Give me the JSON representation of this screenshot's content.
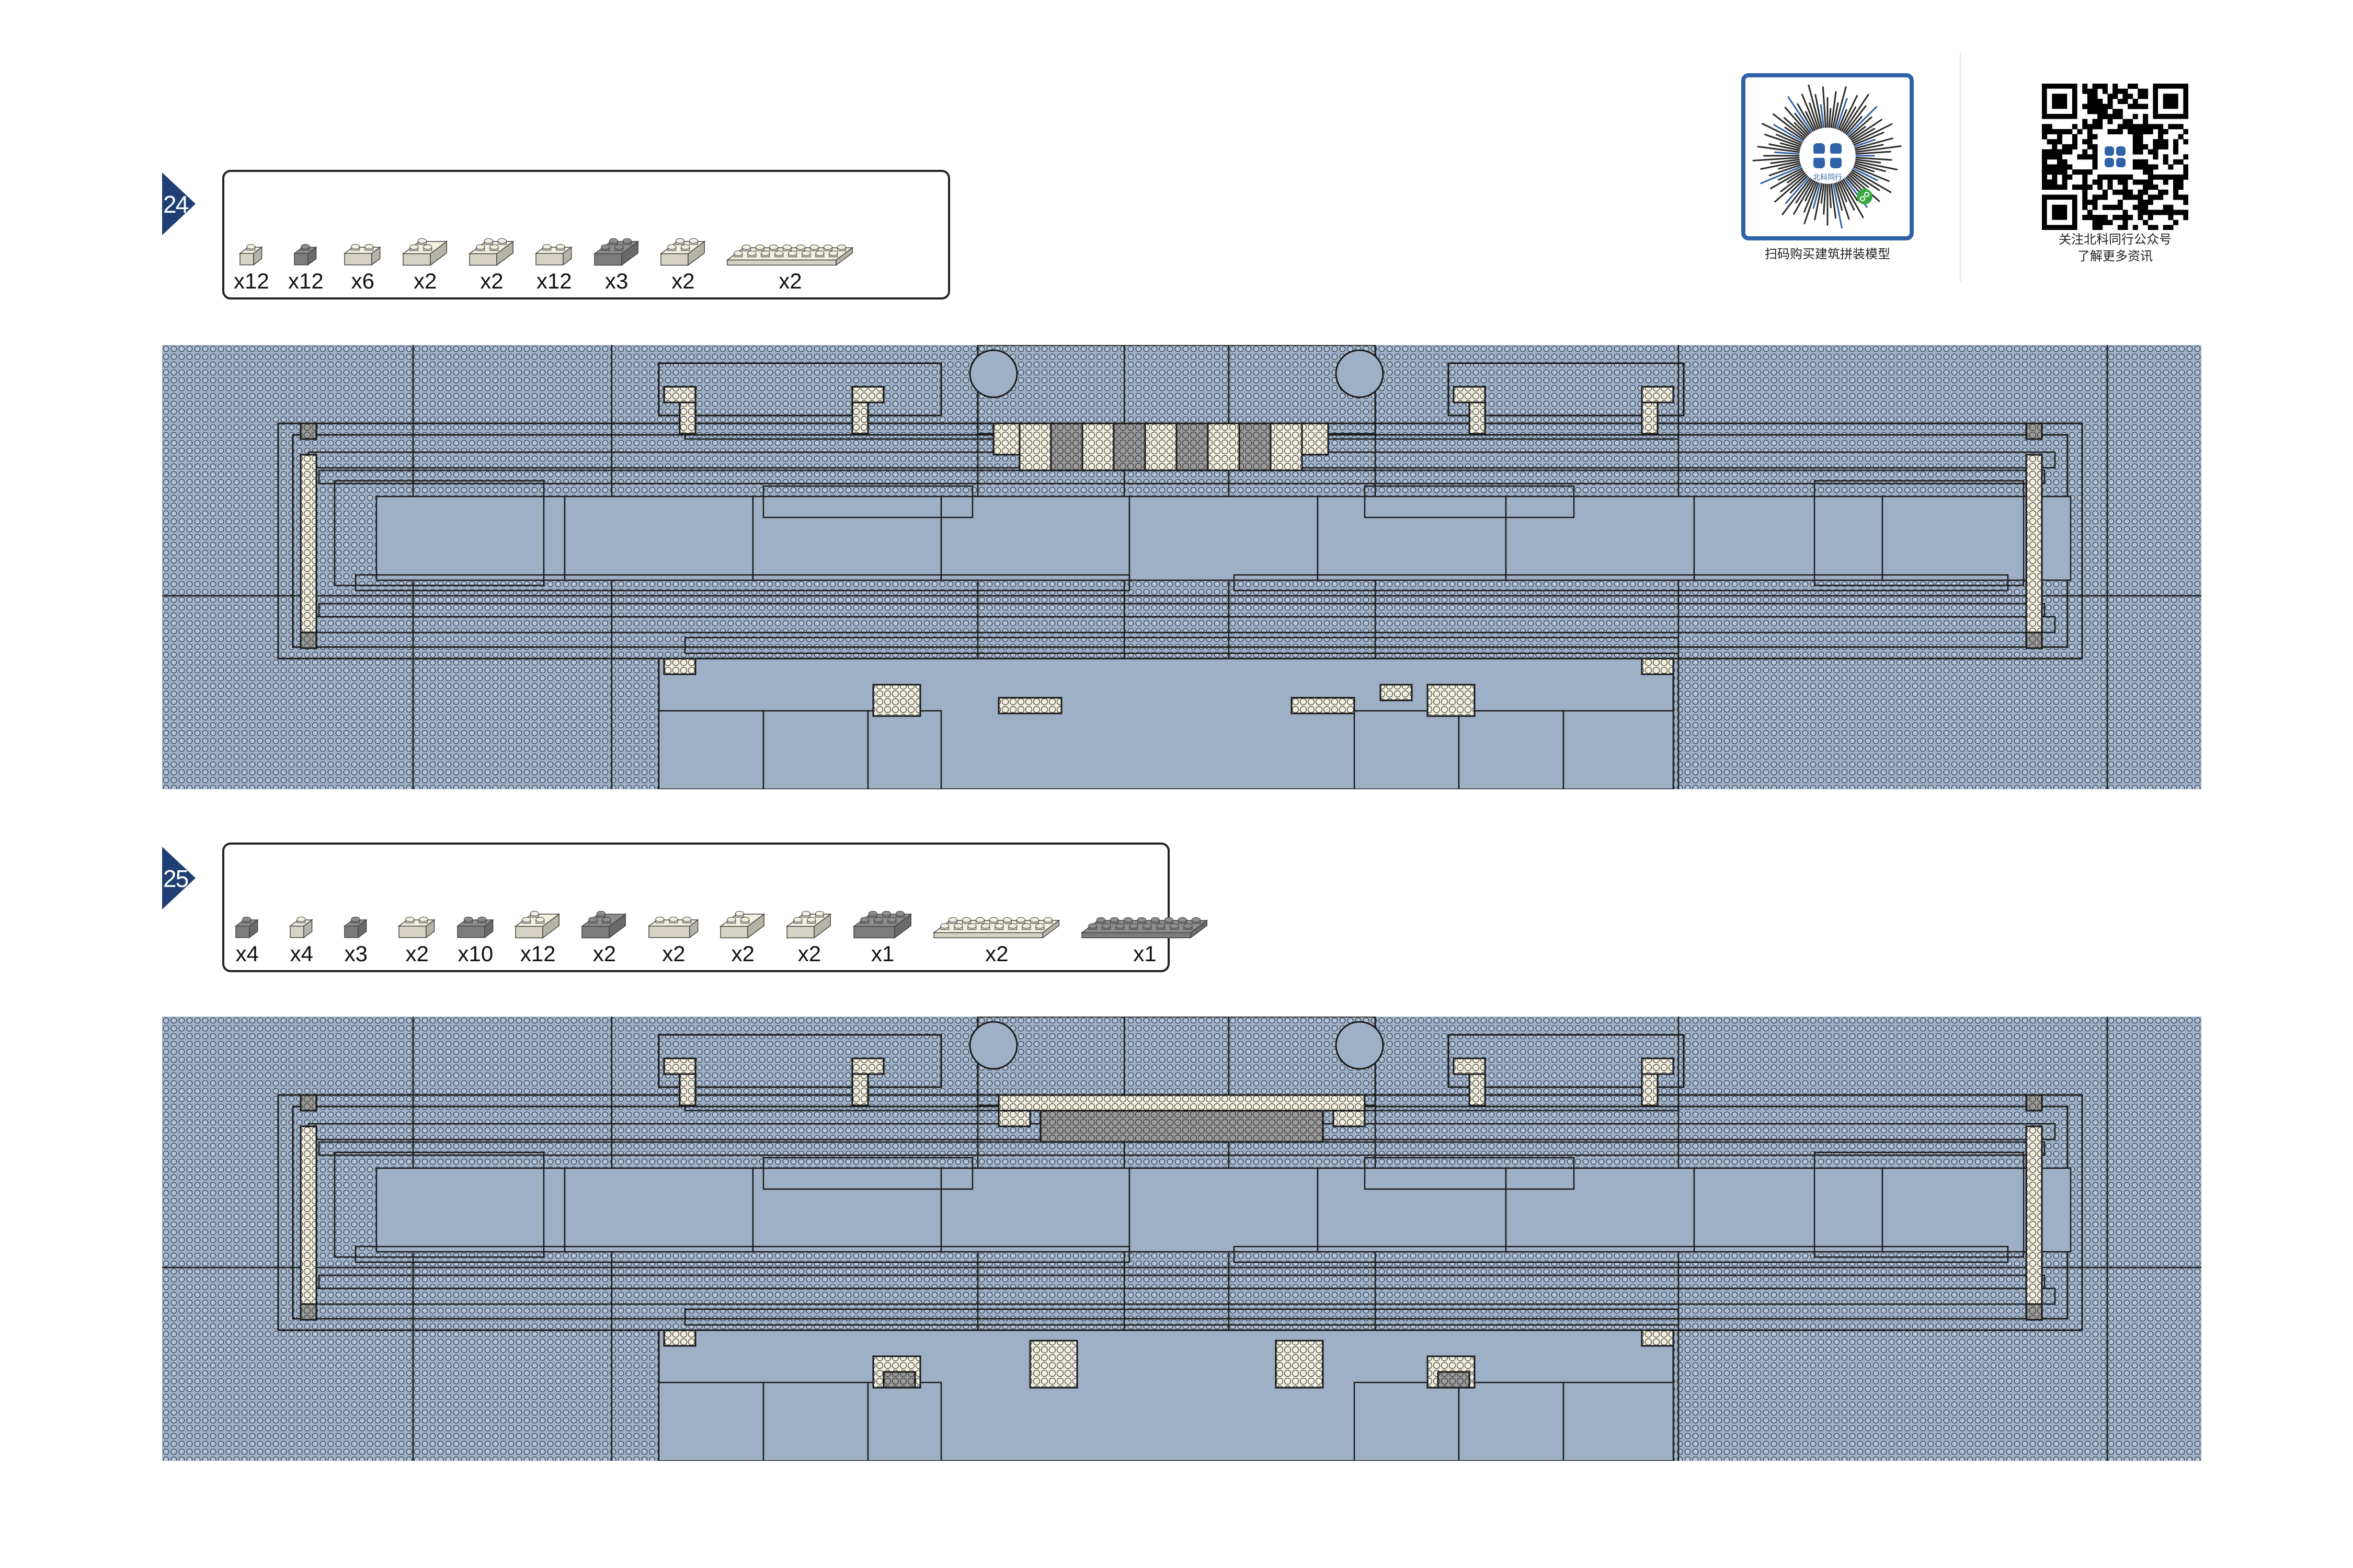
{
  "steps": [
    {
      "number": "24",
      "parts": [
        {
          "qty": "x12",
          "icon": "brick-1x1-white",
          "color": "#f3f0df"
        },
        {
          "qty": "x12",
          "icon": "brick-1x1-dark-gray",
          "color": "#8d8d8d"
        },
        {
          "qty": "x6",
          "icon": "brick-1x2-white",
          "color": "#f3f0df"
        },
        {
          "qty": "x2",
          "icon": "brick-corner-white",
          "color": "#f3f0df"
        },
        {
          "qty": "x2",
          "icon": "brick-2x2-white",
          "color": "#f3f0df"
        },
        {
          "qty": "x12",
          "icon": "brick-1x2-white",
          "color": "#f3f0df"
        },
        {
          "qty": "x3",
          "icon": "brick-2x2-dark-gray",
          "color": "#8d8d8d"
        },
        {
          "qty": "x2",
          "icon": "brick-2x2-white",
          "color": "#f3f0df"
        },
        {
          "qty": "x2",
          "icon": "plate-2x8-white",
          "color": "#f3f0df"
        }
      ]
    },
    {
      "number": "25",
      "parts": [
        {
          "qty": "x4",
          "icon": "brick-1x1-dark-gray",
          "color": "#8d8d8d"
        },
        {
          "qty": "x4",
          "icon": "brick-1x1-white",
          "color": "#f3f0df"
        },
        {
          "qty": "x3",
          "icon": "round-1x1-dark-gray",
          "color": "#8d8d8d"
        },
        {
          "qty": "x2",
          "icon": "brick-1x2-white",
          "color": "#f3f0df"
        },
        {
          "qty": "x10",
          "icon": "brick-1x2-dark-gray",
          "color": "#8d8d8d"
        },
        {
          "qty": "x12",
          "icon": "brick-corner-white",
          "color": "#f3f0df"
        },
        {
          "qty": "x2",
          "icon": "brick-corner-dark-gray",
          "color": "#8d8d8d"
        },
        {
          "qty": "x2",
          "icon": "brick-1x3-white",
          "color": "#f3f0df"
        },
        {
          "qty": "x2",
          "icon": "brick-corner-white",
          "color": "#f3f0df"
        },
        {
          "qty": "x2",
          "icon": "brick-2x2-white",
          "color": "#f3f0df"
        },
        {
          "qty": "x1",
          "icon": "brick-2x3-dark-gray",
          "color": "#8d8d8d"
        },
        {
          "qty": "x2",
          "icon": "plate-2x8-white",
          "color": "#f3f0df"
        },
        {
          "qty": "x1",
          "icon": "plate-2x8-dark-gray",
          "color": "#8d8d8d"
        }
      ]
    }
  ],
  "qr": {
    "shop_caption": "扫码购买建筑拼装模型",
    "follow_caption_line1": "关注北科同行公众号",
    "follow_caption_line2": "了解更多资讯",
    "logo_text": "北科同行"
  },
  "colors": {
    "baseplate": "#9eb0c6",
    "baseplate_stud": "#b4c3d5",
    "white_brick": "#f3f0df",
    "gray_brick": "#9a9a9a",
    "outline": "#1a1a1a",
    "badge": "#1f3f74",
    "brand_blue": "#2f62a8"
  }
}
